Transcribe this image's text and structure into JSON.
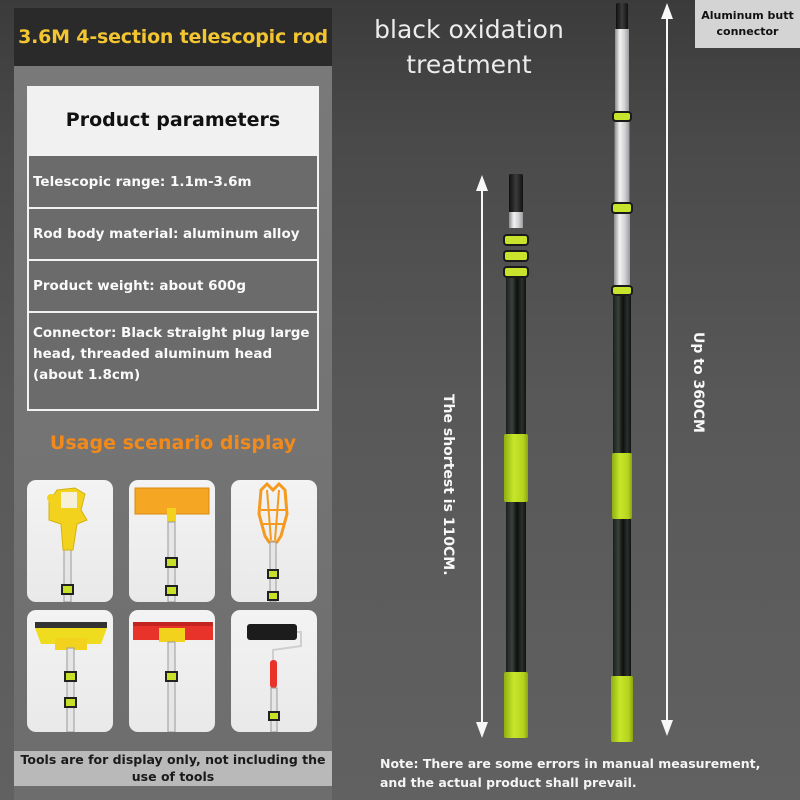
{
  "header": {
    "title": "3.6M 4-section telescopic rod"
  },
  "parameters": {
    "heading": "Product parameters",
    "rows": [
      {
        "label": "Telescopic range: 1.1m-3.6m"
      },
      {
        "label": "Rod body material: aluminum alloy"
      },
      {
        "label": "Product weight: about 600g"
      },
      {
        "label": "Connector: Black straight plug large head, threaded aluminum head (about 1.8cm)"
      }
    ]
  },
  "usage": {
    "title": "Usage scenario display",
    "tiles": [
      {
        "name": "window-cleaner-attachment",
        "accent": "#f2d21c"
      },
      {
        "name": "orange-flat-mop-attachment",
        "accent": "#f5a623"
      },
      {
        "name": "fruit-picker-basket-attachment",
        "accent": "#f59a1e"
      },
      {
        "name": "yellow-squeegee-attachment",
        "accent": "#f0dc1e"
      },
      {
        "name": "red-squeegee-attachment",
        "accent": "#e8332a"
      },
      {
        "name": "paint-roller-attachment",
        "accent": "#1c1c1c"
      }
    ],
    "disclaimer": "Tools are for display only, not including the use of tools"
  },
  "feature": {
    "oxidation_label": "black oxidation treatment",
    "connector_label": "Aluminum butt connector",
    "shortest_label": "The shortest is 110CM.",
    "longest_label": "Up to 360CM",
    "note": "Note: There are some errors in manual measurement, and the actual product shall prevail."
  },
  "colors": {
    "title_accent": "#f2c531",
    "usage_accent": "#f28a1b",
    "grip_green": "#c7e62a",
    "background": "#5a5a5a"
  }
}
